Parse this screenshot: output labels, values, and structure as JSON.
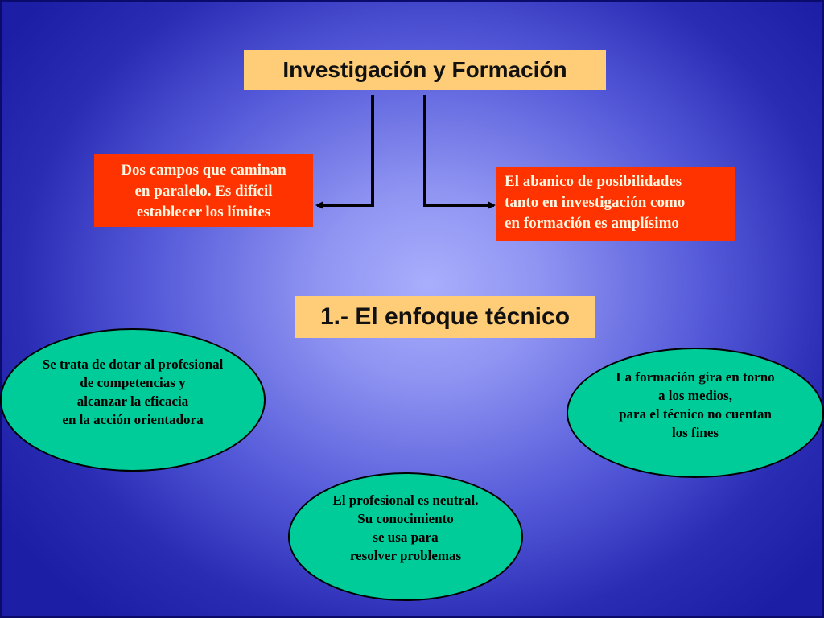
{
  "title": "Investigación y Formación",
  "left_box": {
    "lines": [
      "Dos campos que caminan",
      "en paralelo. Es difícil",
      "establecer los límites"
    ]
  },
  "right_box": {
    "lines": [
      "El abanico de posibilidades",
      "tanto en investigación como",
      "en formación es amplísimo"
    ]
  },
  "subtitle": "1.- El enfoque técnico",
  "oval_left": {
    "lines": [
      "Se trata de dotar al profesional",
      "de competencias y",
      "alcanzar la eficacia",
      "en la acción orientadora"
    ]
  },
  "oval_right": {
    "lines": [
      "La formación gira en torno",
      "a los medios,",
      "para el técnico no cuentan",
      "los fines"
    ]
  },
  "oval_bottom": {
    "lines": [
      "El profesional es neutral.",
      "Su conocimiento",
      "se usa para",
      "resolver problemas"
    ]
  },
  "colors": {
    "title_fill": "#ffcc77",
    "box_fill": "#ff3300",
    "oval_fill": "#00cc99",
    "connector": "#000000"
  }
}
